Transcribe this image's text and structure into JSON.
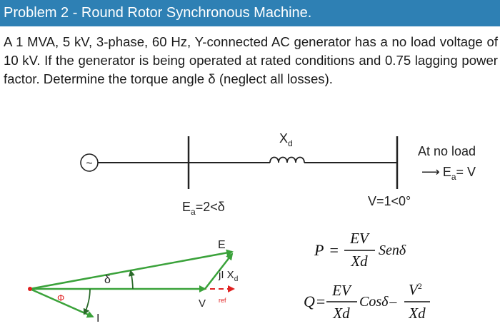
{
  "title": "Problem 2 - Round Rotor Synchronous Machine.",
  "problem_text": "A 1 MVA, 5 kV, 3-phase, 60 Hz, Y-connected AC generator has a no load voltage of 10 kV. If the generator is being operated at rated conditions and 0.75 lagging power factor. Determine the torque angle δ (neglect all losses).",
  "circuit": {
    "reactance_label": "X",
    "reactance_sub": "d",
    "no_load_line1": "At no load",
    "no_load_arrow": "⟶",
    "no_load_ea": "E",
    "no_load_ea_sub": "a",
    "no_load_eq": "= V",
    "ea_label": "E",
    "ea_sub": "a",
    "ea_value": "=2<δ",
    "v_label": "V=1<0°",
    "source_symbol": "~"
  },
  "phasor": {
    "e_label": "E",
    "delta_label": "δ",
    "phi_label": "Φ",
    "i_label": "I",
    "v_label": "V",
    "ref_label": "ref",
    "jixd_label": "jI X",
    "jixd_sub": "d"
  },
  "equations": {
    "p_lhs": "P",
    "eq_sign": "=",
    "ev": "EV",
    "xd": "Xd",
    "sin_term": "Senδ",
    "q_lhs": "Q",
    "cos_term": "Cosδ",
    "minus": "–",
    "v2": "V",
    "v2_exp": "2"
  },
  "colors": {
    "title_bg": "#2e80b4",
    "phasor_green": "#3aa23a",
    "ref_red": "#e02020",
    "arrow_dark_green": "#2a6a2a"
  }
}
